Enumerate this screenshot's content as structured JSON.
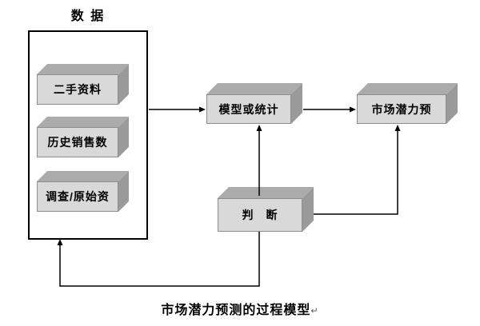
{
  "diagram": {
    "data_group": {
      "label": "数 据",
      "items": [
        {
          "label": "二手资料"
        },
        {
          "label": "历史销售数"
        },
        {
          "label": "调查/原始资"
        }
      ]
    },
    "nodes": {
      "model": {
        "label": "模型或统计"
      },
      "market": {
        "label": "市场潜力预"
      },
      "judgment": {
        "label": "判　断"
      }
    },
    "caption": "市场潜力预测的过程模型",
    "caption_mark": "↵",
    "colors": {
      "box_front": "#d9d9d9",
      "box_top": "#ababab",
      "box_side": "#9a9a9a",
      "line": "#000000",
      "background": "#ffffff"
    }
  }
}
